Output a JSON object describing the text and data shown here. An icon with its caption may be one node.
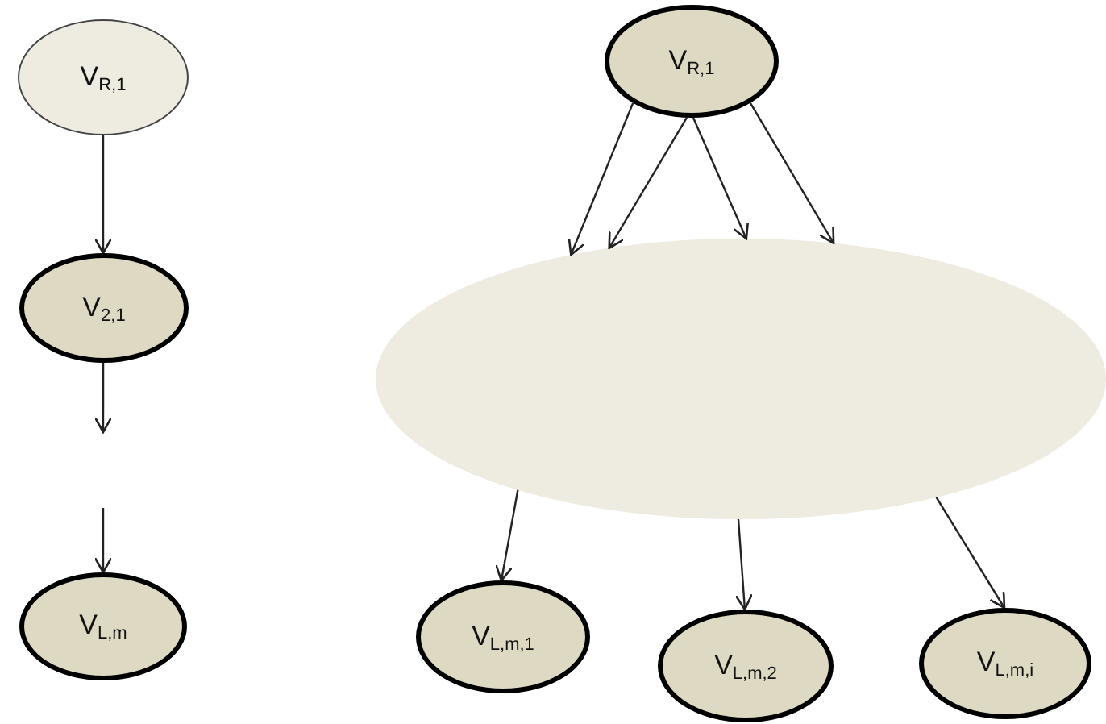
{
  "diagram": {
    "nodes": [
      {
        "text": [
          "V$_{R,1}$"
        ]
      },
      {
        "text": [
          "V$_{2,1}$"
        ]
      },
      {
        "text": [
          "V$_{L,m}$"
        ]
      },
      {
        "text": [
          "V$_{R,1}$"
        ]
      },
      {
        "text": [],
        "shape": "ellipse"
      },
      {
        "text": [
          "V$_{L,m,1}$"
        ]
      },
      {
        "text": [
          "V$_{L,m,2}$"
        ]
      },
      {
        "text": [
          "V$_{L,m,i}$"
        ]
      }
    ],
    "edges": [
      {
        "from": 0,
        "to": 1,
        "arrow": "to"
      },
      {
        "from": 1,
        "to": null,
        "arrow": "to"
      },
      {
        "from": null,
        "to": 2,
        "arrow": "to"
      },
      {
        "from": 3,
        "to": 4,
        "arrow": "to"
      },
      {
        "from": 3,
        "to": 4,
        "arrow": "to"
      },
      {
        "from": 3,
        "to": 4,
        "arrow": "to"
      },
      {
        "from": 3,
        "to": 4,
        "arrow": "to"
      },
      {
        "from": 4,
        "to": 5,
        "arrow": "to"
      },
      {
        "from": 4,
        "to": 6,
        "arrow": "to"
      },
      {
        "from": 4,
        "to": 7,
        "arrow": "to"
      }
    ]
  }
}
